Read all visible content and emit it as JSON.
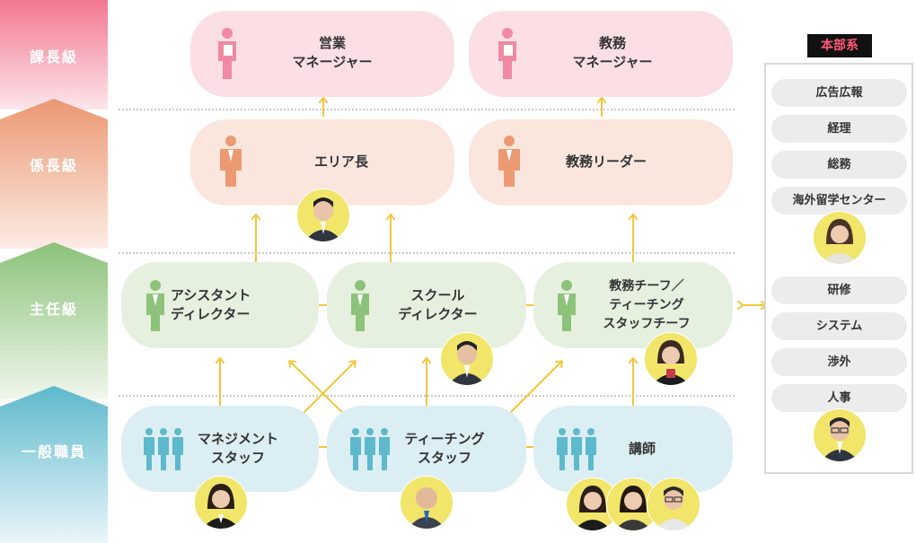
{
  "levels": [
    {
      "label": "課長級",
      "color_top": "#f2778f",
      "color_bottom": "#fbe3e8"
    },
    {
      "label": "係長級",
      "color_top": "#ec9872",
      "color_bottom": "#fbe9e2"
    },
    {
      "label": "主任級",
      "color_top": "#8cc27a",
      "color_bottom": "#eef6ea"
    },
    {
      "label": "一般職員",
      "color_top": "#5db9cc",
      "color_bottom": "#e6f4f7"
    }
  ],
  "roles": {
    "sales_manager": "営業\nマネージャー",
    "edu_manager": "教務\nマネージャー",
    "area_chief": "エリア長",
    "edu_leader": "教務リーダー",
    "assistant_director": "アシスタント\nディレクター",
    "school_director": "スクール\nディレクター",
    "edu_chief": "教務チーフ／\nティーチング\nスタッフチーフ",
    "mgmt_staff": "マネジメント\nスタッフ",
    "teaching_staff": "ティーチング\nスタッフ",
    "instructor": "講師"
  },
  "hq": {
    "title": "本部系",
    "items": [
      "広告広報",
      "経理",
      "総務",
      "海外留学センター",
      "研修",
      "システム",
      "渉外",
      "人事"
    ]
  },
  "colors": {
    "pink_icon": "#ef8aa1",
    "peach_icon": "#ec9a72",
    "green_icon": "#8cc27a",
    "blue_icon": "#5db9cc",
    "arrow": "#f2c53b"
  }
}
